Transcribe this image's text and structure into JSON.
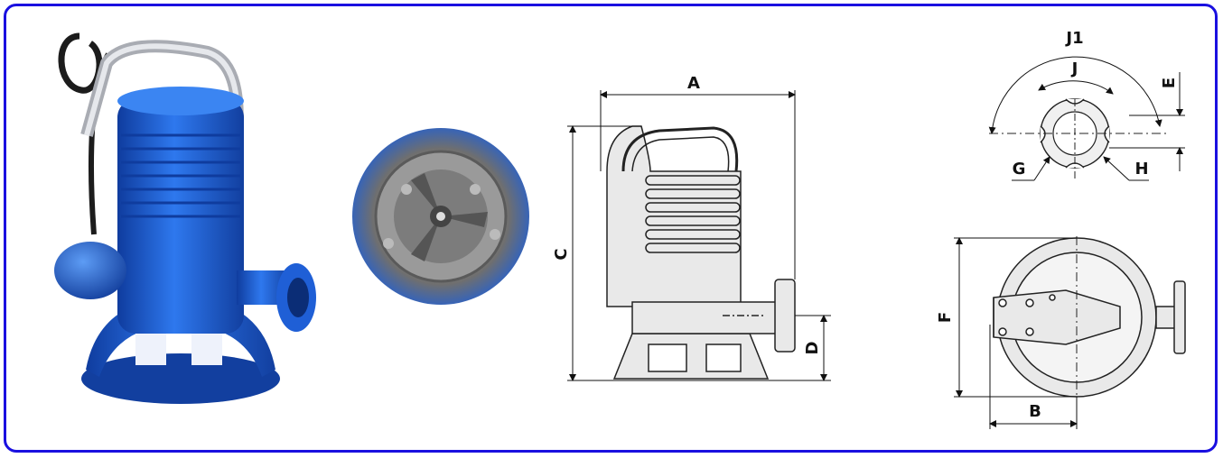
{
  "diagram": {
    "labels": {
      "A": "A",
      "B": "B",
      "C": "C",
      "D": "D",
      "E": "E",
      "F": "F",
      "G": "G",
      "H": "H",
      "J": "J",
      "J1": "J1"
    },
    "colors": {
      "border": "#1a10e0",
      "pump_blue": "#1f5fd6",
      "pump_blue_dark": "#0f3c9e",
      "drawing_fill": "#e9e9e9",
      "drawing_line": "#222222",
      "impeller_grey": "#8c8c8c"
    }
  }
}
